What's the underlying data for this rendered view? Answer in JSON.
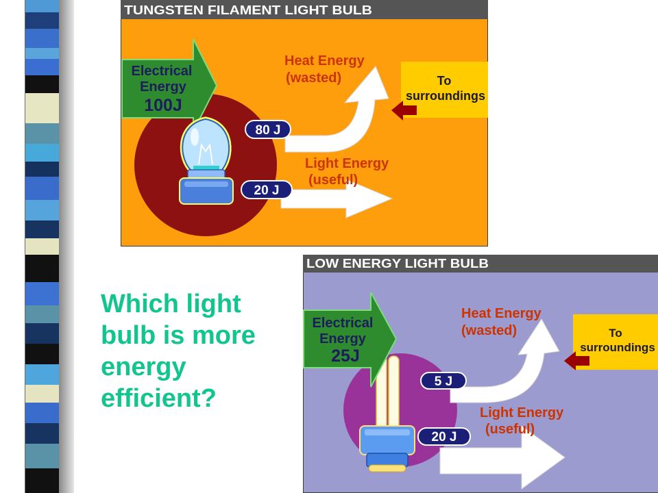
{
  "question": {
    "lines": [
      "Which light",
      "bulb is more",
      "energy",
      "efficient?"
    ],
    "color": "#12c48e"
  },
  "diagrams": [
    {
      "title": "TUNGSTEN FILAMENT LIGHT BULB",
      "input": {
        "lines": [
          "Electrical",
          "Energy"
        ],
        "value": "100J"
      },
      "heat": {
        "lines": [
          "Heat Energy",
          "(wasted)"
        ],
        "value": "80 J"
      },
      "light": {
        "lines": [
          "Light Energy",
          "(useful)"
        ],
        "value": "20 J"
      },
      "destination": {
        "lines": [
          "To",
          "surroundings"
        ]
      },
      "colors": {
        "background": "#ff9e0d",
        "header": "#555555",
        "circle": "#8e1111",
        "input_arrow": "#2e8b2e",
        "destination_box": "#ffcc00",
        "destination_arrow": "#990000",
        "value_pill": "#1c1f78"
      }
    },
    {
      "title": "LOW ENERGY LIGHT BULB",
      "input": {
        "lines": [
          "Electrical",
          "Energy"
        ],
        "value": "25J"
      },
      "heat": {
        "lines": [
          "Heat Energy",
          "(wasted)"
        ],
        "value": "5 J"
      },
      "light": {
        "lines": [
          "Light Energy",
          "(useful)"
        ],
        "value": "20 J"
      },
      "destination": {
        "lines": [
          "To",
          "surroundings"
        ]
      },
      "colors": {
        "background": "#9b9bcf",
        "header": "#555555",
        "circle": "#9a3399",
        "input_arrow": "#2e8b2e",
        "destination_box": "#ffcc00",
        "destination_arrow": "#990000",
        "value_pill": "#1c1f78"
      }
    }
  ],
  "decor": {
    "stripe_colors": [
      "#4f9ad6",
      "#1f3f7a",
      "#3a70cc",
      "#5aa6dc",
      "#3a6ed0",
      "#111111",
      "#e6e6c2",
      "#5a93a8",
      "#47a8da",
      "#15325f",
      "#3a6ccc",
      "#56a4dc",
      "#17335f",
      "#e4e4c0",
      "#111111",
      "#3d71d2",
      "#5a93a8",
      "#17335f",
      "#111111",
      "#4ea6dc",
      "#e4e4c0",
      "#3a6ccc",
      "#17335f",
      "#5a93a8",
      "#111111"
    ]
  }
}
